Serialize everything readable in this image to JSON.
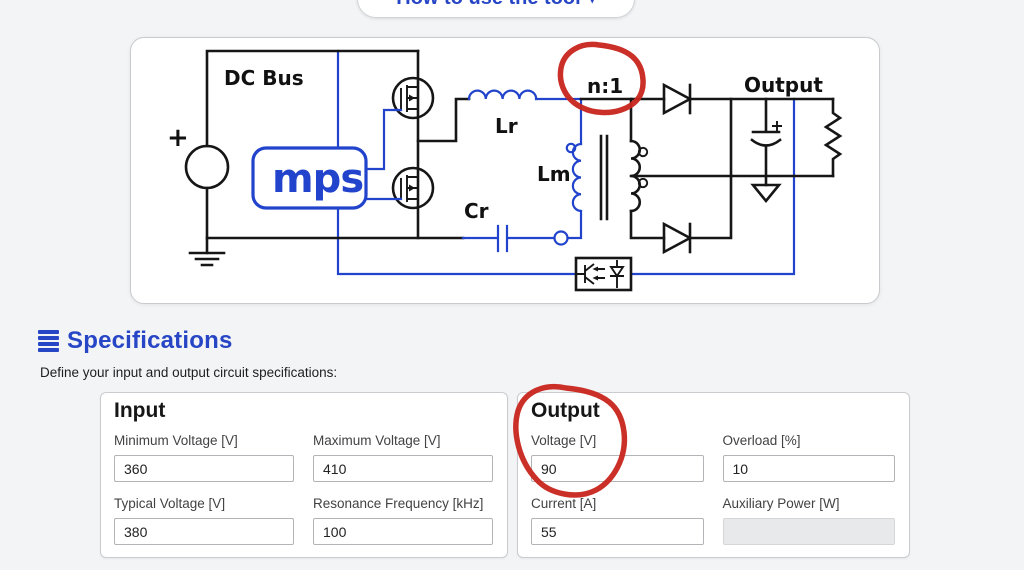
{
  "colors": {
    "accent_blue": "#2746c6",
    "wire_blue": "#2244cc",
    "wire_black": "#161616",
    "annotation_red": "#c8251c",
    "page_bg": "#f3f4f6"
  },
  "top_button": {
    "label": "How to use the tool",
    "caret": "▾"
  },
  "circuit": {
    "dc_bus_label": "DC Bus",
    "plus_sign": "+",
    "lr_label": "Lr",
    "lm_label": "Lm",
    "cr_label": "Cr",
    "turns_ratio_label": "n:1",
    "output_label": "Output",
    "logo_text": "mps"
  },
  "specifications": {
    "heading": "Specifications",
    "subheading": "Define your input and output circuit specifications:",
    "input_panel": {
      "title": "Input",
      "fields": [
        {
          "label": "Minimum Voltage [V]",
          "value": "360"
        },
        {
          "label": "Maximum Voltage [V]",
          "value": "410"
        },
        {
          "label": "Typical Voltage [V]",
          "value": "380"
        },
        {
          "label": "Resonance Frequency [kHz]",
          "value": "100"
        }
      ]
    },
    "output_panel": {
      "title": "Output",
      "fields": [
        {
          "label": "Voltage [V]",
          "value": "90"
        },
        {
          "label": "Overload [%]",
          "value": "10"
        },
        {
          "label": "Current [A]",
          "value": "55"
        },
        {
          "label": "Auxiliary Power [W]",
          "value": ""
        }
      ]
    }
  }
}
